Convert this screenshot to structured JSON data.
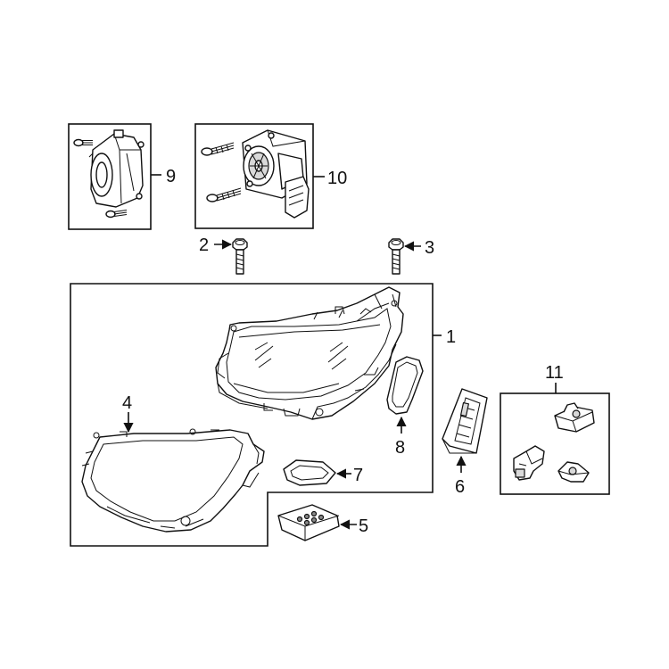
{
  "callouts": {
    "c1": "1",
    "c2": "2",
    "c3": "3",
    "c4": "4",
    "c5": "5",
    "c6": "6",
    "c7": "7",
    "c8": "8",
    "c9": "9",
    "c10": "10",
    "c11": "11"
  },
  "colors": {
    "line": "#111111",
    "background": "#ffffff",
    "shade": "#d9d9d9",
    "dark": "#8a8a8a"
  }
}
